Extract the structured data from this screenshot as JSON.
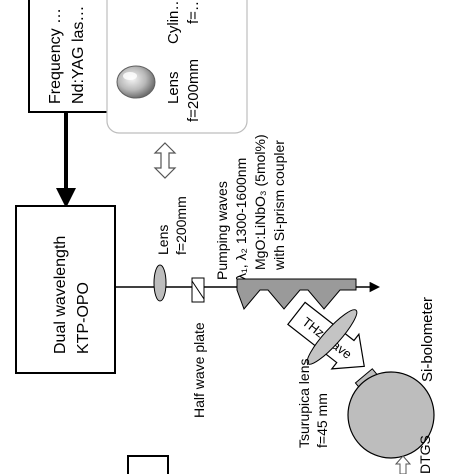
{
  "laser_box": {
    "line1": "Frequency …",
    "line2": "Nd:YAG las…"
  },
  "inset": {
    "lens_label": "Lens",
    "lens_focal": "f=200mm",
    "cyl_label": "Cylin…",
    "cyl_focal": "f=…"
  },
  "opo_box": {
    "line1": "Dual wavelength",
    "line2": "KTP-OPO"
  },
  "lens1": {
    "label": "Lens",
    "focal": "f=200mm"
  },
  "pumping": {
    "title": "Pumping waves",
    "lambdas": "λ₁, λ₂ 1300-1600nm"
  },
  "crystal": {
    "line1": "MgO:LiNbO₃ (5mol%)",
    "line2": "with Si-prism coupler"
  },
  "half_wave_plate": "Half wave plate",
  "thz_wave": "THz-wave",
  "tsurupica": {
    "label": "Tsurupica lens",
    "focal": "f=45 mm"
  },
  "si_bolometer": "Si-bolometer",
  "dtgs": "DTGS"
}
